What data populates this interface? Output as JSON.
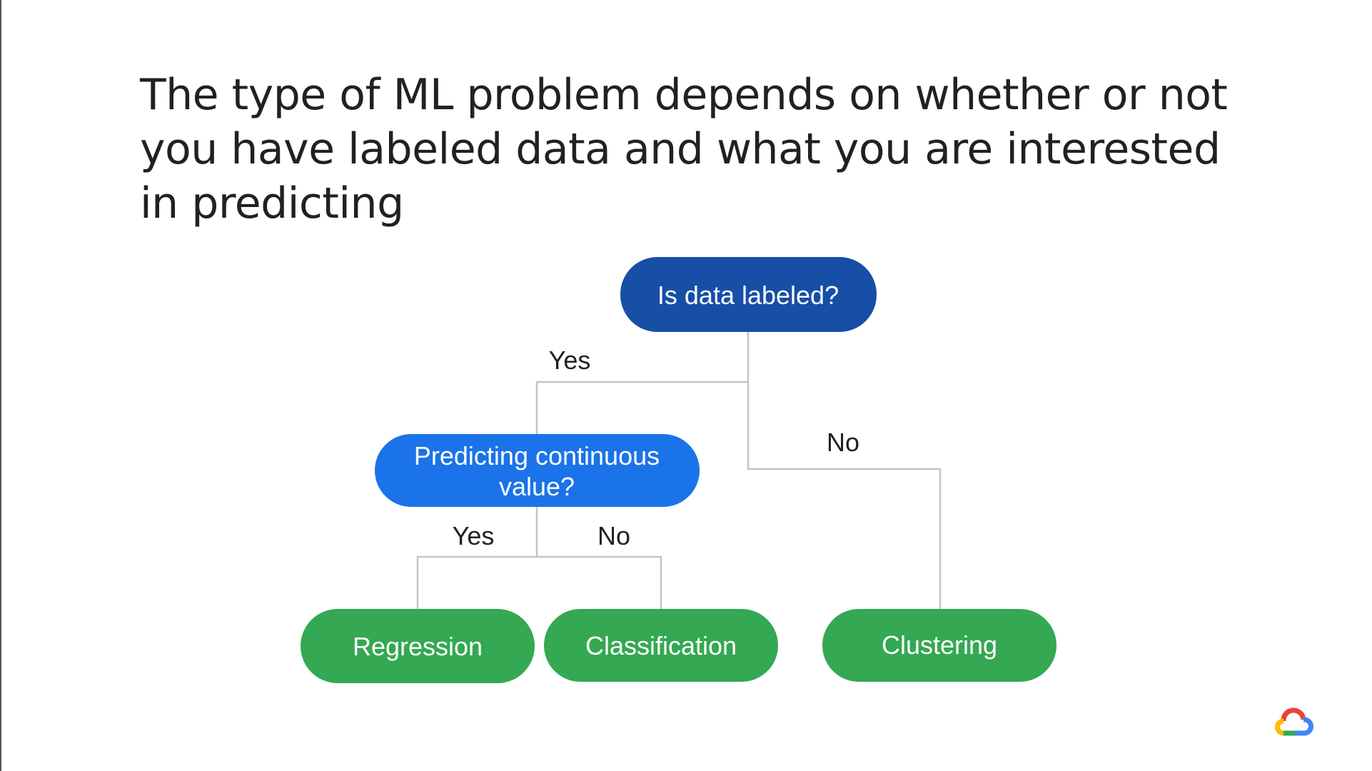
{
  "slide": {
    "title": "The type of ML problem depends on whether or not you have labeled data and what you are interested in predicting"
  },
  "diagram": {
    "nodes": {
      "root": {
        "label": "Is data labeled?",
        "color": "#174EA6"
      },
      "continuous": {
        "label_line1": "Predicting continuous",
        "label_line2": "value?",
        "color": "#1A73E8"
      },
      "regression": {
        "label": "Regression",
        "color": "#34A853"
      },
      "classification": {
        "label": "Classification",
        "color": "#34A853"
      },
      "clustering": {
        "label": "Clustering",
        "color": "#34A853"
      }
    },
    "edges": {
      "root_yes": "Yes",
      "root_no": "No",
      "continuous_yes": "Yes",
      "continuous_no": "No"
    },
    "connector_color": "#C4C4C4"
  },
  "logo": {
    "icon": "google-cloud-logo-icon",
    "colors": [
      "#EA4335",
      "#4285F4",
      "#34A853",
      "#FBBC04"
    ]
  }
}
